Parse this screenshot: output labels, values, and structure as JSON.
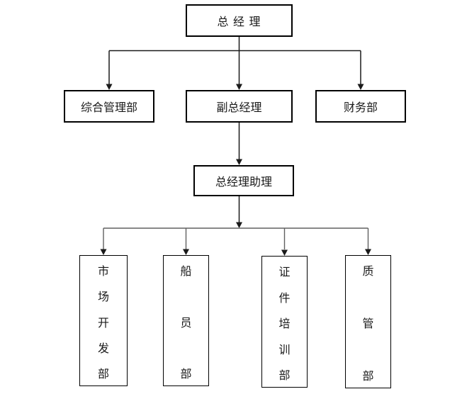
{
  "diagram": {
    "type": "org-chart",
    "background_color": "#ffffff",
    "box_border_color": "#000000",
    "text_color": "#1a1a1a",
    "upper_line_color": "#1a1a1a",
    "lower_line_color": "#606060",
    "nodes": {
      "general_manager": {
        "label": "总 经 理"
      },
      "admin_dept": {
        "label": "综合管理部"
      },
      "deputy_general_manager": {
        "label": "副总经理"
      },
      "finance_dept": {
        "label": "财务部"
      },
      "gm_assistant": {
        "label": "总经理助理"
      },
      "market_dev_dept": {
        "label": "市场开发部",
        "chars": [
          "市",
          "场",
          "开",
          "发",
          "部"
        ]
      },
      "crew_dept": {
        "label": "船员部",
        "chars": [
          "船",
          "员",
          "部"
        ]
      },
      "cert_training_dept": {
        "label": "证件培训部",
        "chars": [
          "证",
          "件",
          "培",
          "训",
          "部"
        ]
      },
      "quality_dept": {
        "label": "质管部",
        "chars": [
          "质",
          "管",
          "部"
        ]
      }
    },
    "edges": [
      {
        "from": "general_manager",
        "to": "admin_dept"
      },
      {
        "from": "general_manager",
        "to": "deputy_general_manager"
      },
      {
        "from": "general_manager",
        "to": "finance_dept"
      },
      {
        "from": "deputy_general_manager",
        "to": "gm_assistant"
      },
      {
        "from": "gm_assistant",
        "to": "market_dev_dept"
      },
      {
        "from": "gm_assistant",
        "to": "crew_dept"
      },
      {
        "from": "gm_assistant",
        "to": "cert_training_dept"
      },
      {
        "from": "gm_assistant",
        "to": "quality_dept"
      }
    ]
  }
}
